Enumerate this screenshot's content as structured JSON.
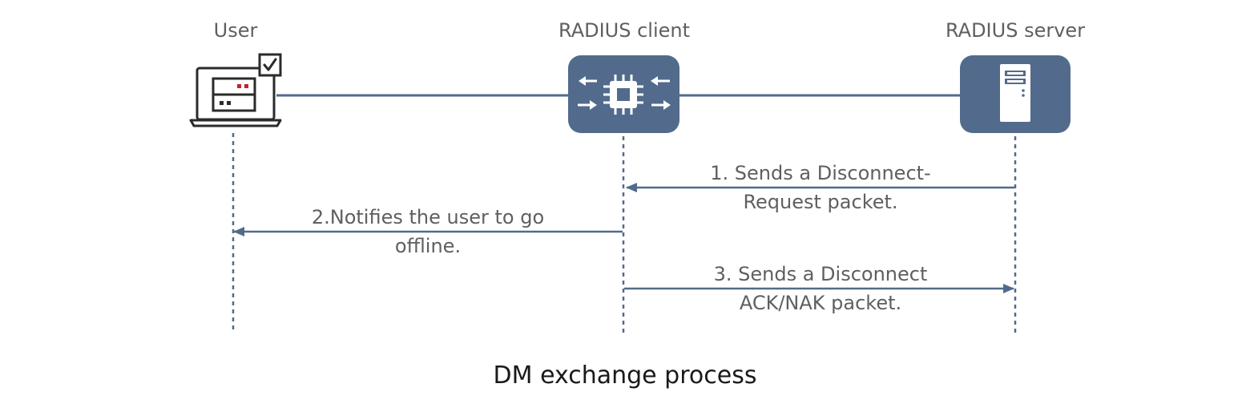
{
  "colors": {
    "accent": "#526b8c",
    "device_line": "#2b2b2b",
    "indicator_red": "#c0232c",
    "label": "#5f5f5f",
    "title": "#1a1a1a"
  },
  "participants": {
    "user": {
      "label": "User",
      "icon": "laptop-check-icon"
    },
    "client": {
      "label": "RADIUS client",
      "icon": "network-device-icon"
    },
    "server": {
      "label": "RADIUS server",
      "icon": "server-tower-icon"
    }
  },
  "messages": [
    {
      "step": 1,
      "from": "server",
      "to": "client",
      "lines": [
        "1. Sends a Disconnect-",
        "Request packet."
      ]
    },
    {
      "step": 2,
      "from": "client",
      "to": "user",
      "lines": [
        "2.Notifies the user to go",
        "offline."
      ]
    },
    {
      "step": 3,
      "from": "client",
      "to": "server",
      "lines": [
        "3. Sends a Disconnect",
        "ACK/NAK packet."
      ]
    }
  ],
  "caption": "DM exchange process"
}
